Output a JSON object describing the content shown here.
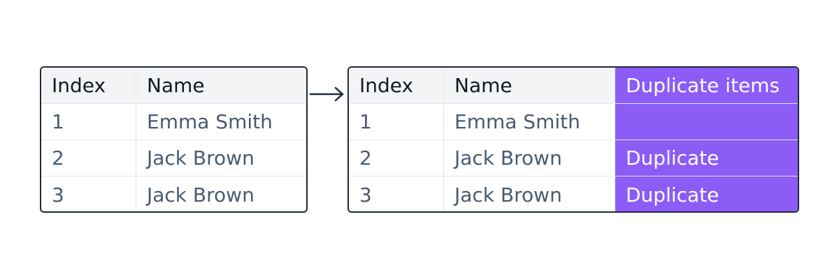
{
  "source_table": {
    "headers": {
      "index": "Index",
      "name": "Name"
    },
    "rows": [
      {
        "index": "1",
        "name": "Emma Smith"
      },
      {
        "index": "2",
        "name": "Jack Brown"
      },
      {
        "index": "3",
        "name": "Jack Brown"
      }
    ]
  },
  "arrow": {
    "icon": "right-arrow-icon"
  },
  "result_table": {
    "headers": {
      "index": "Index",
      "name": "Name",
      "duplicate": "Duplicate items"
    },
    "rows": [
      {
        "index": "1",
        "name": "Emma Smith",
        "duplicate": ""
      },
      {
        "index": "2",
        "name": "Jack Brown",
        "duplicate": "Duplicate"
      },
      {
        "index": "3",
        "name": "Jack Brown",
        "duplicate": "Duplicate"
      }
    ]
  },
  "colors": {
    "highlight": "#8b5cf6",
    "header_bg": "#f3f4f6",
    "border": "#1f2937",
    "cell_text": "#4a5a70"
  }
}
